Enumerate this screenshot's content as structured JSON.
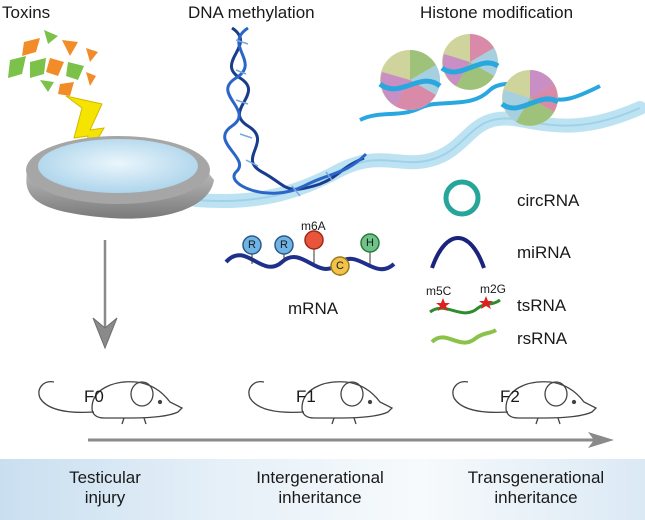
{
  "top_labels": {
    "toxins": "Toxins",
    "dna_methylation": "DNA methylation",
    "histone_modification": "Histone modification"
  },
  "mrna": {
    "label": "mRNA",
    "modifications": [
      "R",
      "R",
      "m6A",
      "C",
      "H"
    ]
  },
  "legend": {
    "circrna": "circRNA",
    "mirna": "miRNA",
    "tsrna": "tsRNA",
    "rsrna": "rsRNA",
    "tsrna_mods": [
      "m5C",
      "m2G"
    ]
  },
  "generations": [
    "F0",
    "F1",
    "F2"
  ],
  "bottom_captions": {
    "testicular": [
      "Testicular",
      "injury"
    ],
    "intergenerational": [
      "Intergenerational",
      "inheritance"
    ],
    "transgenerational": [
      "Transgenerational",
      "inheritance"
    ]
  },
  "colors": {
    "tubule": "#bde3f2",
    "dish_rim": "#9a9a9a",
    "circrna": "#26a69a",
    "mirna": "#1a237e",
    "tsrna": "#2e8b2e",
    "rsrna": "#8bc34a",
    "lightning": "#f5e400"
  }
}
